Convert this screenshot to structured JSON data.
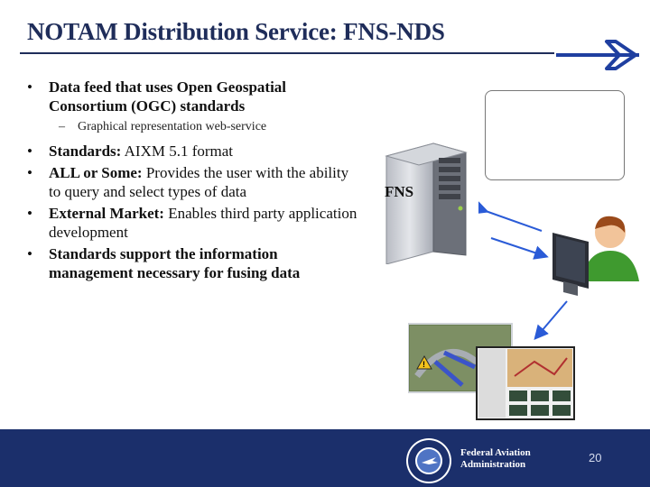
{
  "slide": {
    "title": "NOTAM Distribution Service: FNS-NDS",
    "bullets": [
      {
        "bold": "",
        "text": "Data feed that uses Open Geospatial Consortium (OGC) standards",
        "all_bold": true
      },
      {
        "sub": true,
        "text": "Graphical representation web-service"
      },
      {
        "bold": "Standards:",
        "text": " AIXM 5.1 format"
      },
      {
        "bold": "ALL or Some:",
        "text": " Provides the user with the ability to query and select types of data"
      },
      {
        "bold": "External Market:",
        "text": " Enables third party application development"
      },
      {
        "bold": "",
        "text": "Standards support the information management necessary for fusing data",
        "all_bold": true
      }
    ]
  },
  "diagram": {
    "server_label": "FNS",
    "icons": [
      "fns-server-icon",
      "user-workstation-icon",
      "map-screenshot-icon",
      "warning-icon",
      "jet-icon"
    ]
  },
  "footer": {
    "org_line1": "Federal Aviation",
    "org_line2": "Administration",
    "page_number": "20",
    "colors": {
      "bar": "#1b2f6b",
      "title": "#1f2d5a",
      "arrow": "#2a5bd7"
    }
  }
}
